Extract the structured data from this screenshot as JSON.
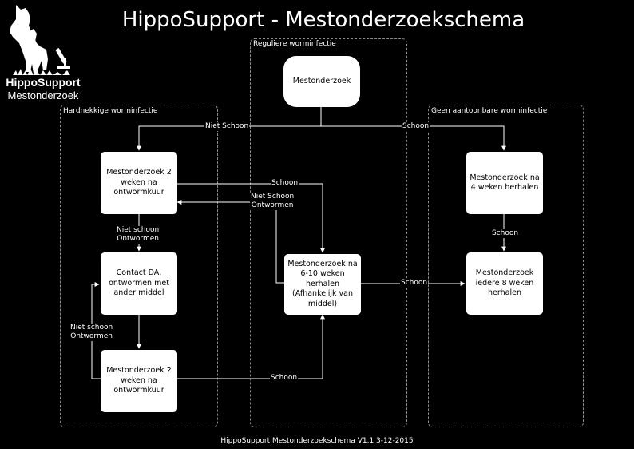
{
  "header": {
    "title": "HippoSupport - Mestonderzoekschema"
  },
  "logo": {
    "name": "HippoSupport",
    "subtitle": "Mestonderzoek",
    "icon": "horse-and-microscope-icon"
  },
  "panels": {
    "left": "Hardnekkige worminfectie",
    "middle": "Reguliere worminfectie",
    "right": "Geen aantoonbare worminfectie"
  },
  "nodes": {
    "start": "Mestonderzoek",
    "left1": "Mestonderzoek 2\nweken na\nontwormkuur",
    "left2": "Contact DA,\nontwormen met\nander middel",
    "left3": "Mestonderzoek 2\nweken na\nontwormkuur",
    "middle1": "Mestonderzoek na\n6-10 weken\nherhalen\n(Afhankelijk van\nmiddel)",
    "right1": "Mestonderzoek na\n4 weken herhalen",
    "right2": "Mestonderzoek\niedere 8 weken\nherhalen"
  },
  "edge_labels": {
    "niet_schoon_top": "Niet Schoon",
    "schoon_top": "Schoon",
    "schoon_left1_middle": "Schoon",
    "niet_schoon_ontwormen_middle": "Niet Schoon\nOntwormen",
    "niet_schoon_ontwormen_left1": "Niet schoon\nOntwormen",
    "niet_schoon_ontwormen_loop": "Niet schoon\nOntwormen",
    "schoon_left3_middle": "Schoon",
    "schoon_middle_right": "Schoon",
    "schoon_right1_right2": "Schoon"
  },
  "footer": {
    "text": "HippoSupport Mestonderzoekschema V1.1 3-12-2015"
  },
  "colors": {
    "background": "#000000",
    "node_fill": "#ffffff",
    "line": "#ffffff",
    "panel_border": "#8a8a8a"
  }
}
